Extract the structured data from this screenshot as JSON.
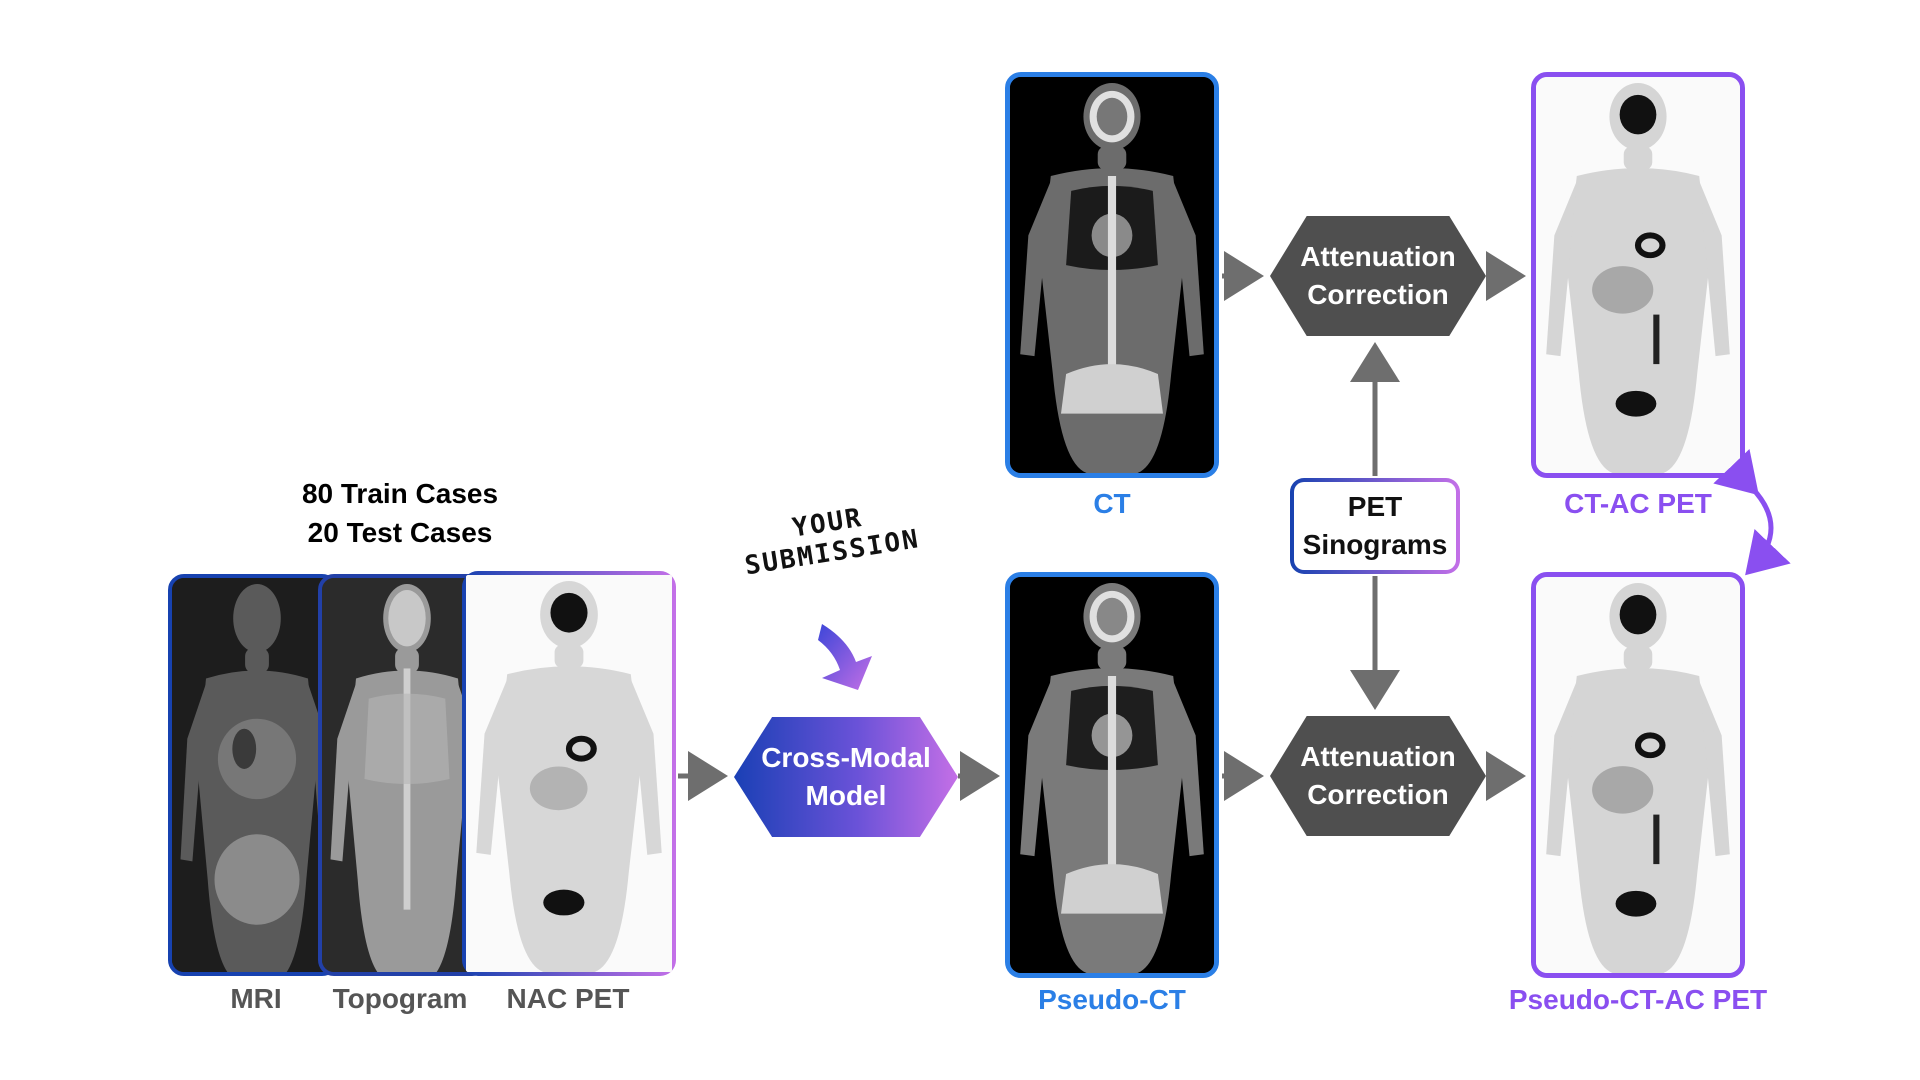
{
  "dataset": {
    "train": "80  Train Cases",
    "test": "20  Test Cases"
  },
  "submission": {
    "line1": "YOUR",
    "line2": "SUBMISSION"
  },
  "inputs": {
    "mri": "MRI",
    "topogram": "Topogram",
    "nac_pet": "NAC PET"
  },
  "model": {
    "line1": "Cross-Modal",
    "line2": "Model"
  },
  "ct": {
    "label": "CT"
  },
  "pseudo_ct": {
    "label": "Pseudo-CT"
  },
  "attenuation_top": {
    "line1": "Attenuation",
    "line2": "Correction"
  },
  "attenuation_bottom": {
    "line1": "Attenuation",
    "line2": "Correction"
  },
  "sinograms": {
    "line1": "PET",
    "line2": "Sinograms"
  },
  "ct_ac_pet": {
    "label": "CT-AC PET"
  },
  "pseudo_ct_ac_pet": {
    "label": "Pseudo-CT-AC PET"
  },
  "colors": {
    "blue": "#2b7fe6",
    "purple": "#8a4ff0",
    "gray": "#4f4f4f",
    "arrow": "#6e6e6e"
  },
  "icons": {
    "compare": "curved-double-arrow-icon",
    "hand_arrow": "hand-drawn-arrow-icon"
  }
}
